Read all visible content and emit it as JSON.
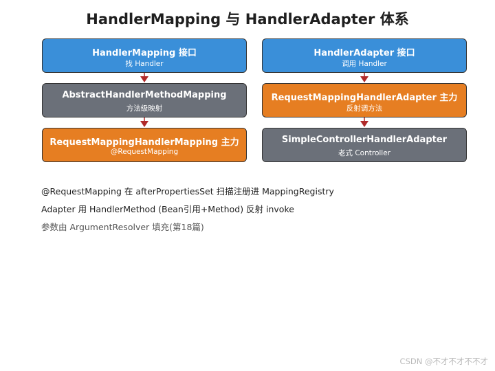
{
  "title": "HandlerMapping 与 HandlerAdapter 体系",
  "colors": {
    "blue": "#3a8fd9",
    "gray": "#6b7079",
    "orange": "#e67e22",
    "arrow": "#b02a2a",
    "border": "#333333"
  },
  "left_column": [
    {
      "title": "HandlerMapping 接口",
      "subtitle": "找 Handler",
      "color": "blue"
    },
    {
      "title": "AbstractHandlerMethodMapping",
      "subtitle": "方法级映射",
      "color": "gray"
    },
    {
      "title": "RequestMappingHandlerMapping 主力",
      "subtitle": "@RequestMapping",
      "color": "orange"
    }
  ],
  "right_column": [
    {
      "title": "HandlerAdapter 接口",
      "subtitle": "调用 Handler",
      "color": "blue"
    },
    {
      "title": "RequestMappingHandlerAdapter 主力",
      "subtitle": "反射调方法",
      "color": "orange"
    },
    {
      "title": "SimpleControllerHandlerAdapter",
      "subtitle": "老式 Controller",
      "color": "gray"
    }
  ],
  "notes": [
    "@RequestMapping 在 afterPropertiesSet 扫描注册进 MappingRegistry",
    "Adapter 用 HandlerMethod (Bean引用+Method) 反射 invoke",
    "参数由 ArgumentResolver 填充(第18篇)"
  ],
  "watermark": "CSDN @不才不才不不才"
}
